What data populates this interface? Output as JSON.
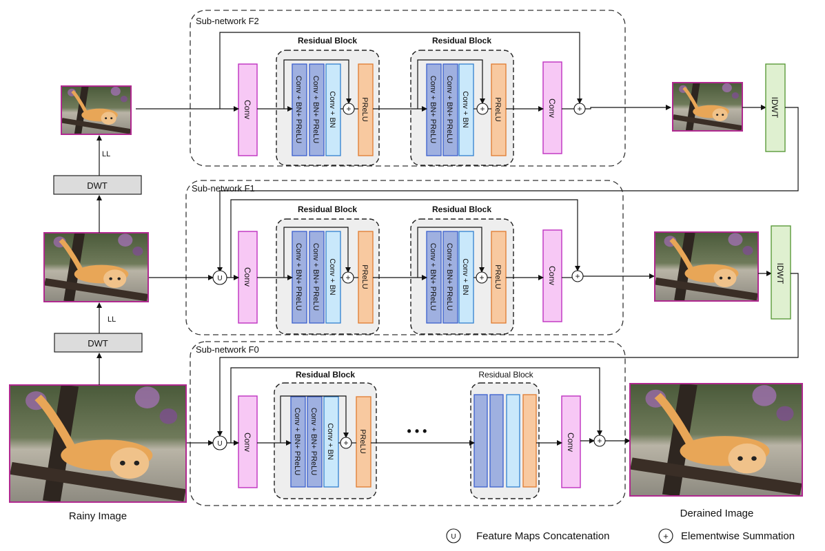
{
  "subnets": {
    "f2": "Sub-network F2",
    "f1": "Sub-network F1",
    "f0": "Sub-network F0"
  },
  "blocks": {
    "residual": "Residual Block",
    "conv": "Conv",
    "unit_a": "Conv + BN+ PReLU",
    "unit_b": "Conv + BN+ PReLU",
    "unit_c": "Conv + BN",
    "prelu": "PReLU",
    "idwt": "IDWT",
    "dwt": "DWT",
    "ll": "LL",
    "ellipsis": "• • •"
  },
  "symbols": {
    "concat": "U",
    "sum": "+"
  },
  "captions": {
    "rainy": "Rainy Image",
    "derained": "Derained Image"
  },
  "legend": {
    "concat": "Feature Maps Concatenation",
    "sum": "Elementwise Summation"
  },
  "colors": {
    "conv": "#f7c8f5",
    "unit_dark": "#9fb0e0",
    "unit_light": "#c9e8fb",
    "prelu": "#f8c9a0",
    "idwt": "#dff0d0",
    "dwt": "#dcdcdc",
    "photo_border": "#b0288f"
  }
}
